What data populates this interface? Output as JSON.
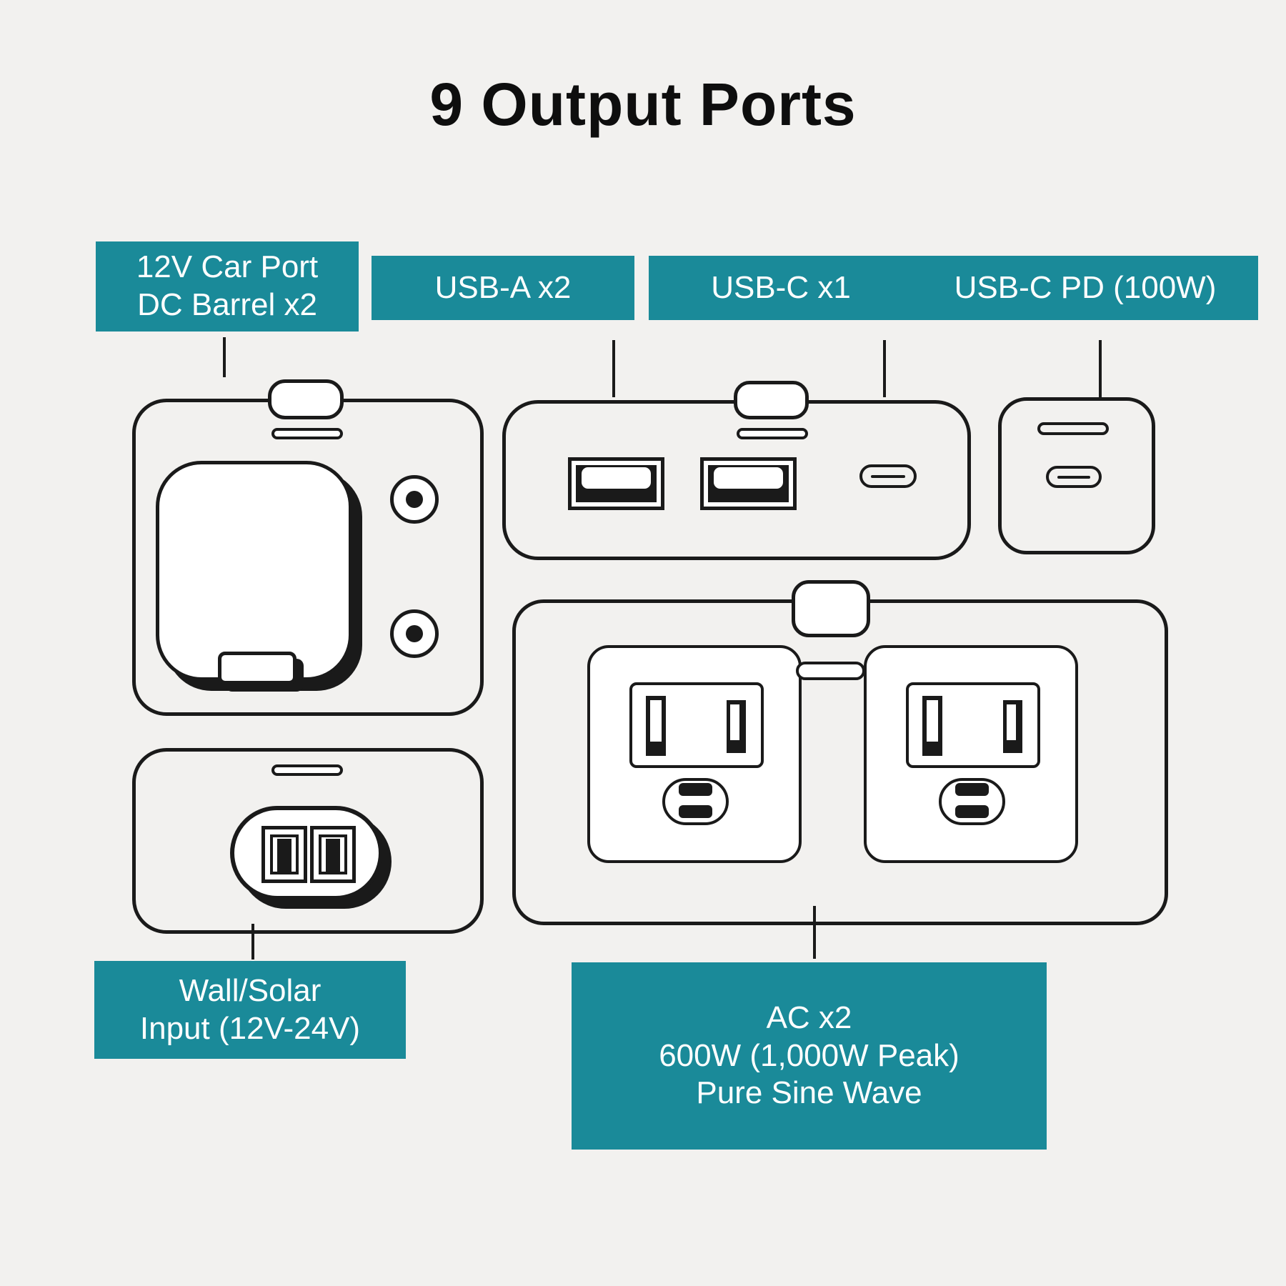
{
  "colors": {
    "background": "#f2f1ef",
    "ink": "#1a1a1a",
    "teal": "#1a8a99",
    "white": "#ffffff"
  },
  "header": {
    "title": "9 Output Ports"
  },
  "callouts": {
    "car_port": {
      "line1": "12V Car Port",
      "line2": "DC Barrel x2"
    },
    "usb_a": {
      "label": "USB-A x2"
    },
    "usb_c": {
      "label": "USB-C x1"
    },
    "usb_c_pd": {
      "label": "USB-C PD (100W)"
    },
    "wall_solar": {
      "line1": "Wall/Solar",
      "line2": "Input (12V-24V)"
    },
    "ac": {
      "line1": "AC x2",
      "line2": "600W (1,000W Peak)",
      "line3": "Pure Sine Wave"
    }
  }
}
